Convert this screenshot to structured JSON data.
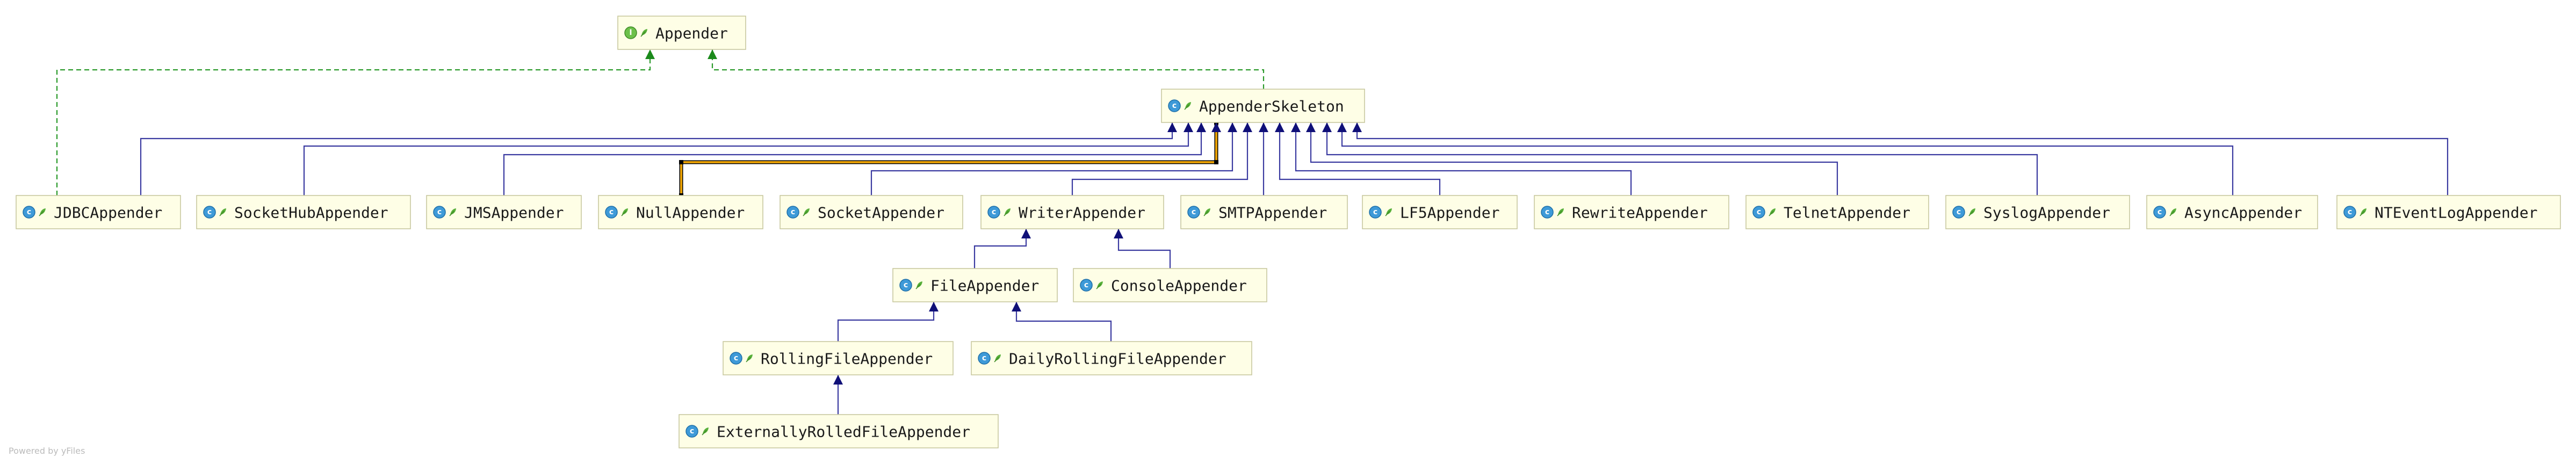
{
  "diagram": {
    "nodes": [
      {
        "id": "appender",
        "label": "Appender",
        "kind": "interface"
      },
      {
        "id": "skeleton",
        "label": "AppenderSkeleton",
        "kind": "class"
      },
      {
        "id": "jdbc",
        "label": "JDBCAppender",
        "kind": "class"
      },
      {
        "id": "sockethub",
        "label": "SocketHubAppender",
        "kind": "class"
      },
      {
        "id": "jms",
        "label": "JMSAppender",
        "kind": "class"
      },
      {
        "id": "null",
        "label": "NullAppender",
        "kind": "class"
      },
      {
        "id": "socket",
        "label": "SocketAppender",
        "kind": "class"
      },
      {
        "id": "writer",
        "label": "WriterAppender",
        "kind": "class"
      },
      {
        "id": "smtp",
        "label": "SMTPAppender",
        "kind": "class"
      },
      {
        "id": "lf5",
        "label": "LF5Appender",
        "kind": "class"
      },
      {
        "id": "rewrite",
        "label": "RewriteAppender",
        "kind": "class"
      },
      {
        "id": "telnet",
        "label": "TelnetAppender",
        "kind": "class"
      },
      {
        "id": "syslog",
        "label": "SyslogAppender",
        "kind": "class"
      },
      {
        "id": "async",
        "label": "AsyncAppender",
        "kind": "class"
      },
      {
        "id": "ntevent",
        "label": "NTEventLogAppender",
        "kind": "class"
      },
      {
        "id": "file",
        "label": "FileAppender",
        "kind": "class"
      },
      {
        "id": "console",
        "label": "ConsoleAppender",
        "kind": "class"
      },
      {
        "id": "rolling",
        "label": "RollingFileAppender",
        "kind": "class"
      },
      {
        "id": "dailyrolling",
        "label": "DailyRollingFileAppender",
        "kind": "class"
      },
      {
        "id": "extrolled",
        "label": "ExternallyRolledFileAppender",
        "kind": "class"
      }
    ],
    "edges": [
      {
        "from": "jdbc",
        "to": "appender",
        "relation": "implements"
      },
      {
        "from": "skeleton",
        "to": "appender",
        "relation": "implements"
      },
      {
        "from": "jdbc",
        "to": "skeleton",
        "relation": "extends"
      },
      {
        "from": "sockethub",
        "to": "skeleton",
        "relation": "extends"
      },
      {
        "from": "jms",
        "to": "skeleton",
        "relation": "extends"
      },
      {
        "from": "null",
        "to": "skeleton",
        "relation": "extends",
        "selected": true
      },
      {
        "from": "socket",
        "to": "skeleton",
        "relation": "extends"
      },
      {
        "from": "writer",
        "to": "skeleton",
        "relation": "extends"
      },
      {
        "from": "smtp",
        "to": "skeleton",
        "relation": "extends"
      },
      {
        "from": "lf5",
        "to": "skeleton",
        "relation": "extends"
      },
      {
        "from": "rewrite",
        "to": "skeleton",
        "relation": "extends"
      },
      {
        "from": "telnet",
        "to": "skeleton",
        "relation": "extends"
      },
      {
        "from": "syslog",
        "to": "skeleton",
        "relation": "extends"
      },
      {
        "from": "async",
        "to": "skeleton",
        "relation": "extends"
      },
      {
        "from": "ntevent",
        "to": "skeleton",
        "relation": "extends"
      },
      {
        "from": "file",
        "to": "writer",
        "relation": "extends"
      },
      {
        "from": "console",
        "to": "writer",
        "relation": "extends"
      },
      {
        "from": "rolling",
        "to": "file",
        "relation": "extends"
      },
      {
        "from": "dailyrolling",
        "to": "file",
        "relation": "extends"
      },
      {
        "from": "extrolled",
        "to": "rolling",
        "relation": "extends"
      }
    ],
    "badges": {
      "class": "c",
      "interface": "I"
    },
    "colors": {
      "node_fill": "#fefee6",
      "node_border": "#c8c8a0",
      "class_badge": "#3e9ad8",
      "interface_badge": "#6cc04a",
      "extends_line": "#3a3aa0",
      "implements_line": "#2a9a2a",
      "selected_edge": "#e8a000"
    }
  },
  "footer": {
    "watermark": "Powered by yFiles"
  }
}
